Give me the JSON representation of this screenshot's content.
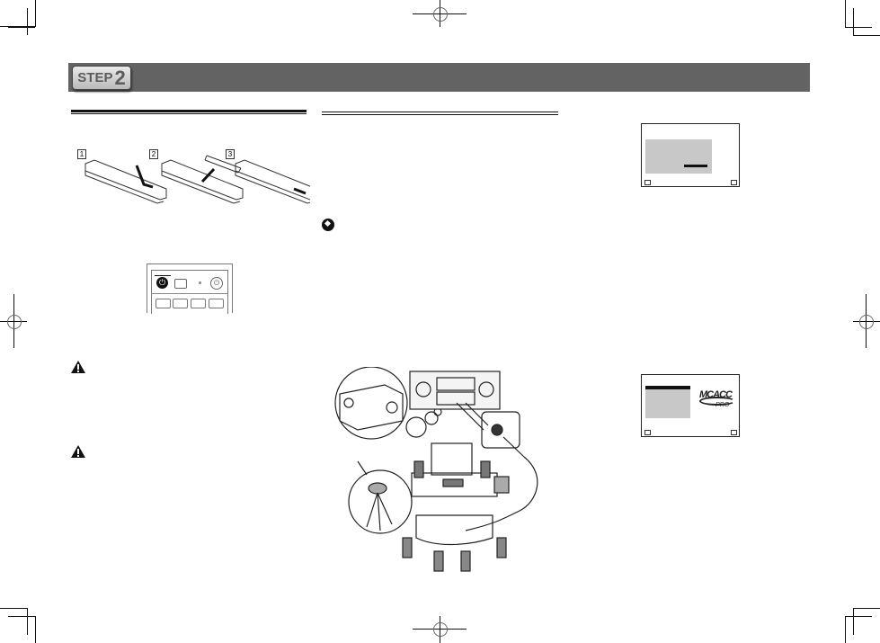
{
  "header": {
    "step_word": "STEP",
    "step_number": "2",
    "bar_color": "#636363"
  },
  "left_column": {
    "battery_steps": [
      "1",
      "2",
      "3"
    ],
    "remote_closeup": {
      "icons": [
        "power-button-icon",
        "input-button-icon",
        "indicator-dot-icon",
        "receiver-power-icon"
      ]
    },
    "warning_icons": [
      "warning-triangle-icon",
      "warning-triangle-icon"
    ]
  },
  "middle_column": {
    "note_icon": "important-note-icon",
    "illustration": "mcacc-setup-microphone-diagram"
  },
  "right_column": {
    "screens": [
      {
        "name": "osd-screen-1",
        "logo": ""
      },
      {
        "name": "osd-screen-2",
        "logo_main": "MCACC",
        "logo_sub": "PRO"
      }
    ]
  }
}
